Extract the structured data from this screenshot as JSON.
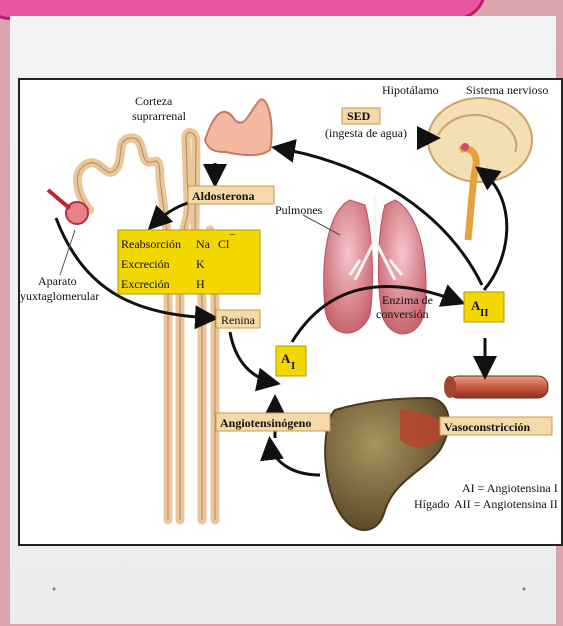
{
  "labels": {
    "corteza_line1": "Corteza",
    "corteza_line2": "suprarrenal",
    "hipotalamo": "Hipotálamo",
    "sistema_nervioso": "Sistema nervioso",
    "sed": "SED",
    "ingesta": "(ingesta de agua)",
    "aldosterona": "Aldosterona",
    "pulmones": "Pulmones",
    "reabsorcion": "Reabsorción",
    "na": "Na",
    "cl": "Cl",
    "cl_superscript": "¯",
    "excrecion1": "Excreción",
    "k": "K",
    "excrecion2": "Excreción",
    "h": "H",
    "aparato_line1": "Aparato",
    "aparato_line2": "yuxtaglomerular",
    "renina": "Renina",
    "enzima_line1": "Enzima de",
    "enzima_line2": "conversión",
    "a2_main": "A",
    "a2_sub": "II",
    "a1_main": "A",
    "a1_sub": "I",
    "angiotensinogeno": "Angiotensinógeno",
    "vasoconstriccion": "Vasoconstricción",
    "legend_line1": "AI = Angiotensina I",
    "legend_line2": "AII = Angiotensina II",
    "higado": "Hígado"
  },
  "footer": {
    "bullet_left": "•",
    "bullet_right": "•"
  },
  "colors": {
    "label_box": "#f5d9a8",
    "yellow_box": "#f2d800",
    "slide_border": "#d9a4ab",
    "banner": "#e8569f"
  }
}
